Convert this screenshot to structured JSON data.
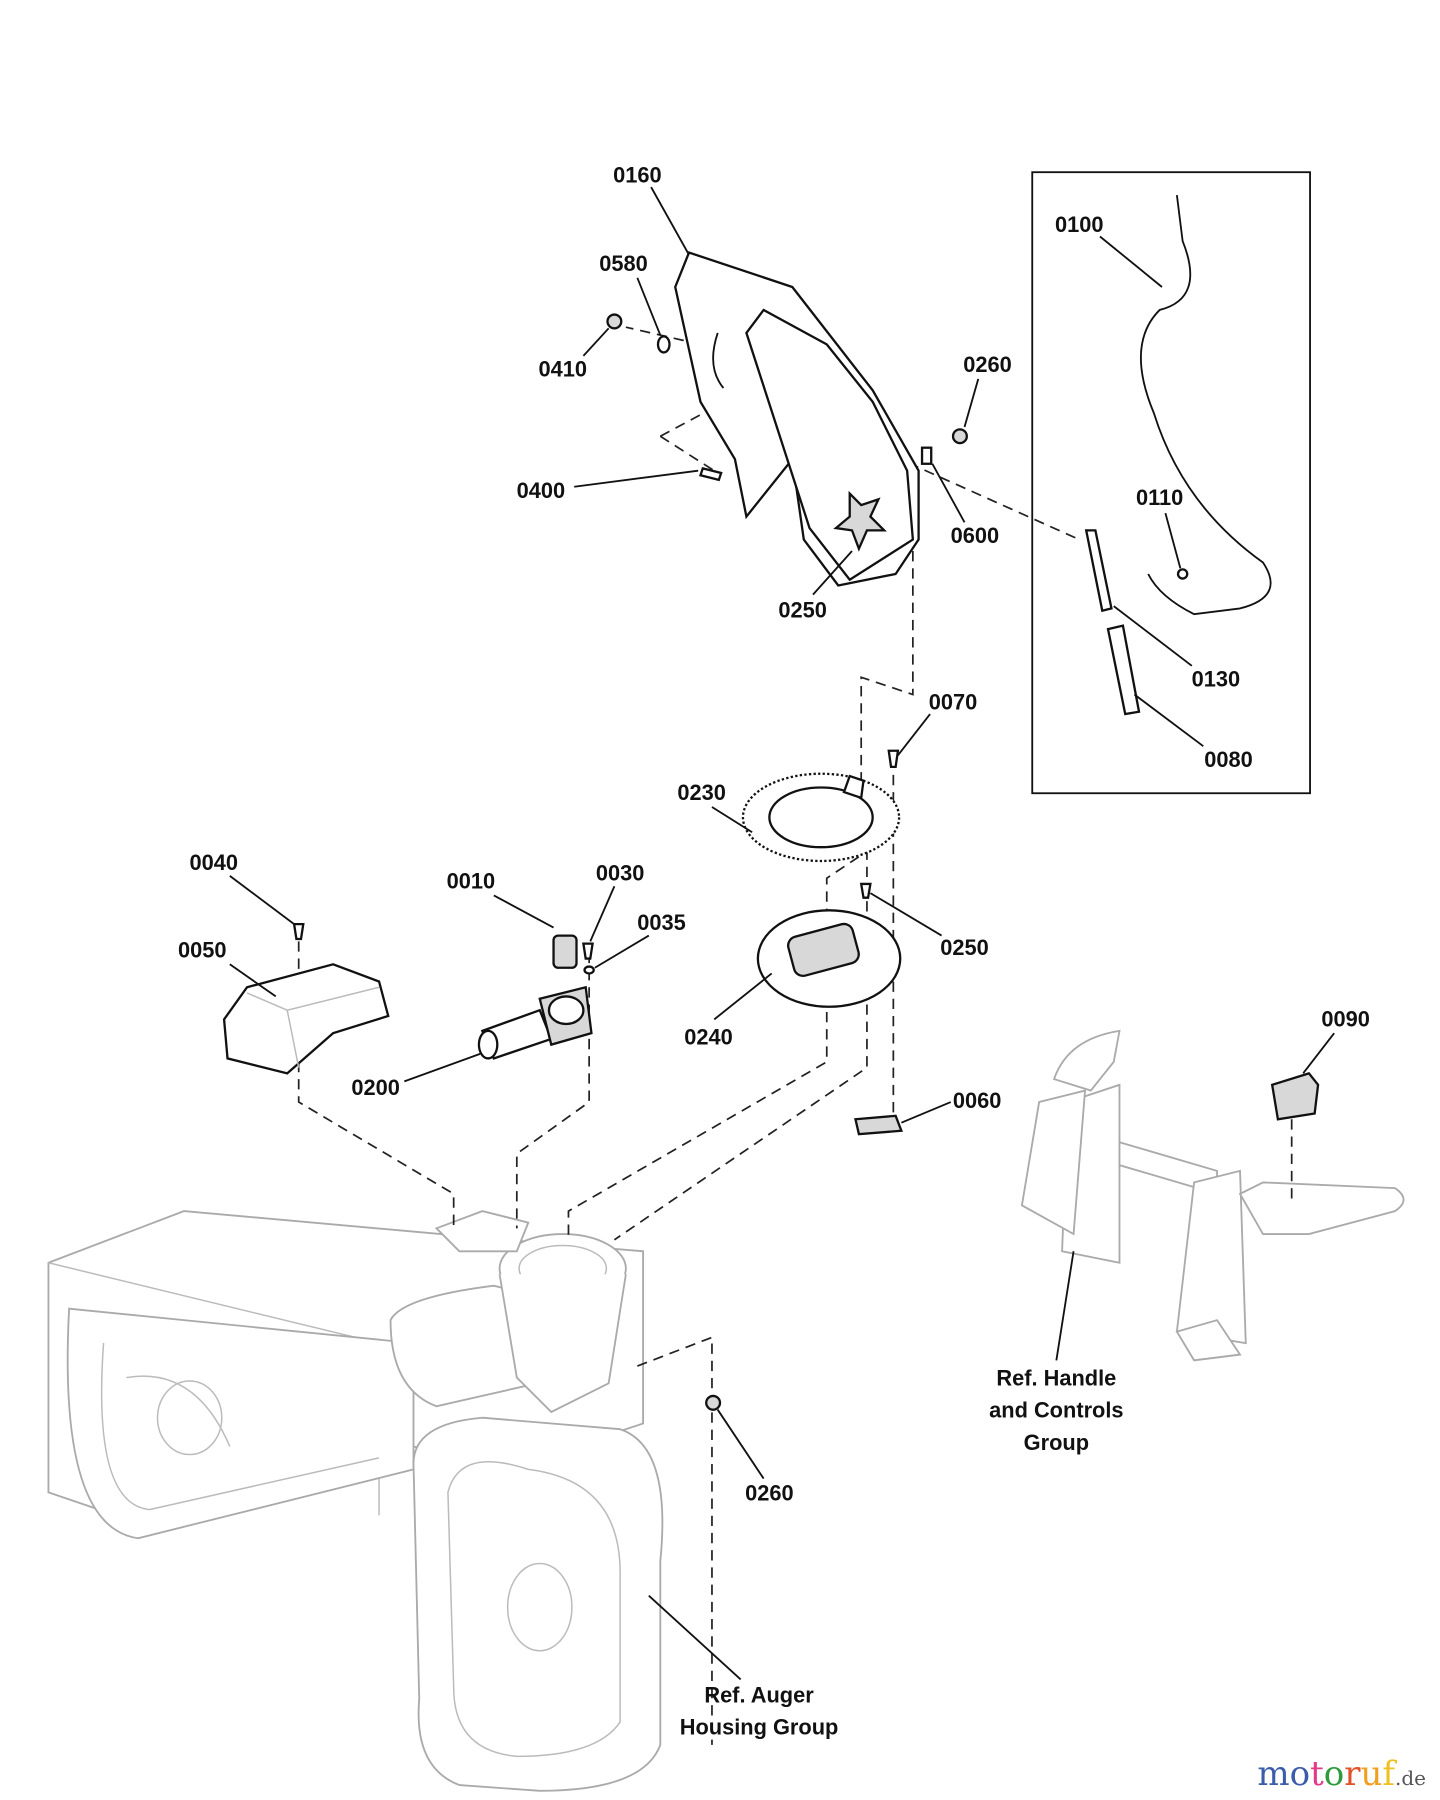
{
  "parts": [
    {
      "id": "0160",
      "label": "0160"
    },
    {
      "id": "0580",
      "label": "0580"
    },
    {
      "id": "0410",
      "label": "0410"
    },
    {
      "id": "0260a",
      "label": "0260"
    },
    {
      "id": "0100",
      "label": "0100"
    },
    {
      "id": "0400",
      "label": "0400"
    },
    {
      "id": "0600",
      "label": "0600"
    },
    {
      "id": "0110",
      "label": "0110"
    },
    {
      "id": "0250a",
      "label": "0250"
    },
    {
      "id": "0130",
      "label": "0130"
    },
    {
      "id": "0080",
      "label": "0080"
    },
    {
      "id": "0070",
      "label": "0070"
    },
    {
      "id": "0230",
      "label": "0230"
    },
    {
      "id": "0040",
      "label": "0040"
    },
    {
      "id": "0010",
      "label": "0010"
    },
    {
      "id": "0030",
      "label": "0030"
    },
    {
      "id": "0035",
      "label": "0035"
    },
    {
      "id": "0050",
      "label": "0050"
    },
    {
      "id": "0250b",
      "label": "0250"
    },
    {
      "id": "0240",
      "label": "0240"
    },
    {
      "id": "0200",
      "label": "0200"
    },
    {
      "id": "0090",
      "label": "0090"
    },
    {
      "id": "0060",
      "label": "0060"
    },
    {
      "id": "0260b",
      "label": "0260"
    }
  ],
  "references": {
    "handle": [
      "Ref. Handle",
      "and Controls",
      "Group"
    ],
    "auger": [
      "Ref. Auger",
      "Housing Group"
    ]
  },
  "watermark": {
    "text": "motoruf",
    "suffix": ".de",
    "colors": [
      "#3b5ca8",
      "#3b5ca8",
      "#e23a8a",
      "#2e9b3e",
      "#e2502a",
      "#f0a020",
      "#f0c020"
    ]
  }
}
